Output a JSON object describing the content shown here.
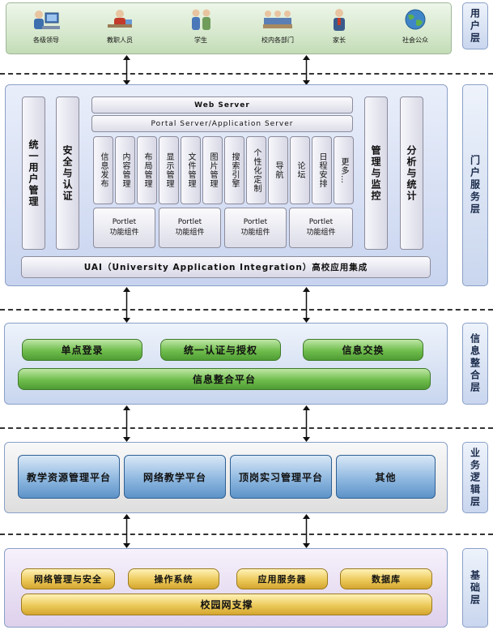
{
  "users": [
    "各级领导",
    "教职人员",
    "学生",
    "校内各部门",
    "家长",
    "社会公众"
  ],
  "layers": {
    "user": "用户层",
    "portal": "门户服务层",
    "info": "信息整合层",
    "biz": "业务逻辑层",
    "base": "基础层"
  },
  "portal": {
    "left1": "统一用户管理",
    "left2": "安全与认证",
    "web_server": "Web Server",
    "portal_server": "Portal Server/Application Server",
    "modules": [
      "信息发布",
      "内容管理",
      "布局管理",
      "显示管理",
      "文件管理",
      "图片管理",
      "搜索引擎",
      "个性化定制",
      "导航",
      "论坛",
      "日程安排",
      "更多…"
    ],
    "portlet_line1": "Portlet",
    "portlet_line2": "功能组件",
    "right1": "管理与监控",
    "right2": "分析与统计",
    "uai": "UAI（University Application Integration）高校应用集成"
  },
  "info": {
    "sso": "单点登录",
    "auth": "统一认证与授权",
    "exchange": "信息交换",
    "platform": "信息整合平台"
  },
  "biz": [
    "教学资源管理平台",
    "网络教学平台",
    "顶岗实习管理平台",
    "其他"
  ],
  "base": {
    "items": [
      "网络管理与安全",
      "操作系统",
      "应用服务器",
      "数据库"
    ],
    "campus": "校园网支撑"
  },
  "colors": {
    "green": "#6fbd4c",
    "blue": "#8fb8e0",
    "gold": "#ecca5a",
    "panel_border": "#8aa0c8"
  }
}
